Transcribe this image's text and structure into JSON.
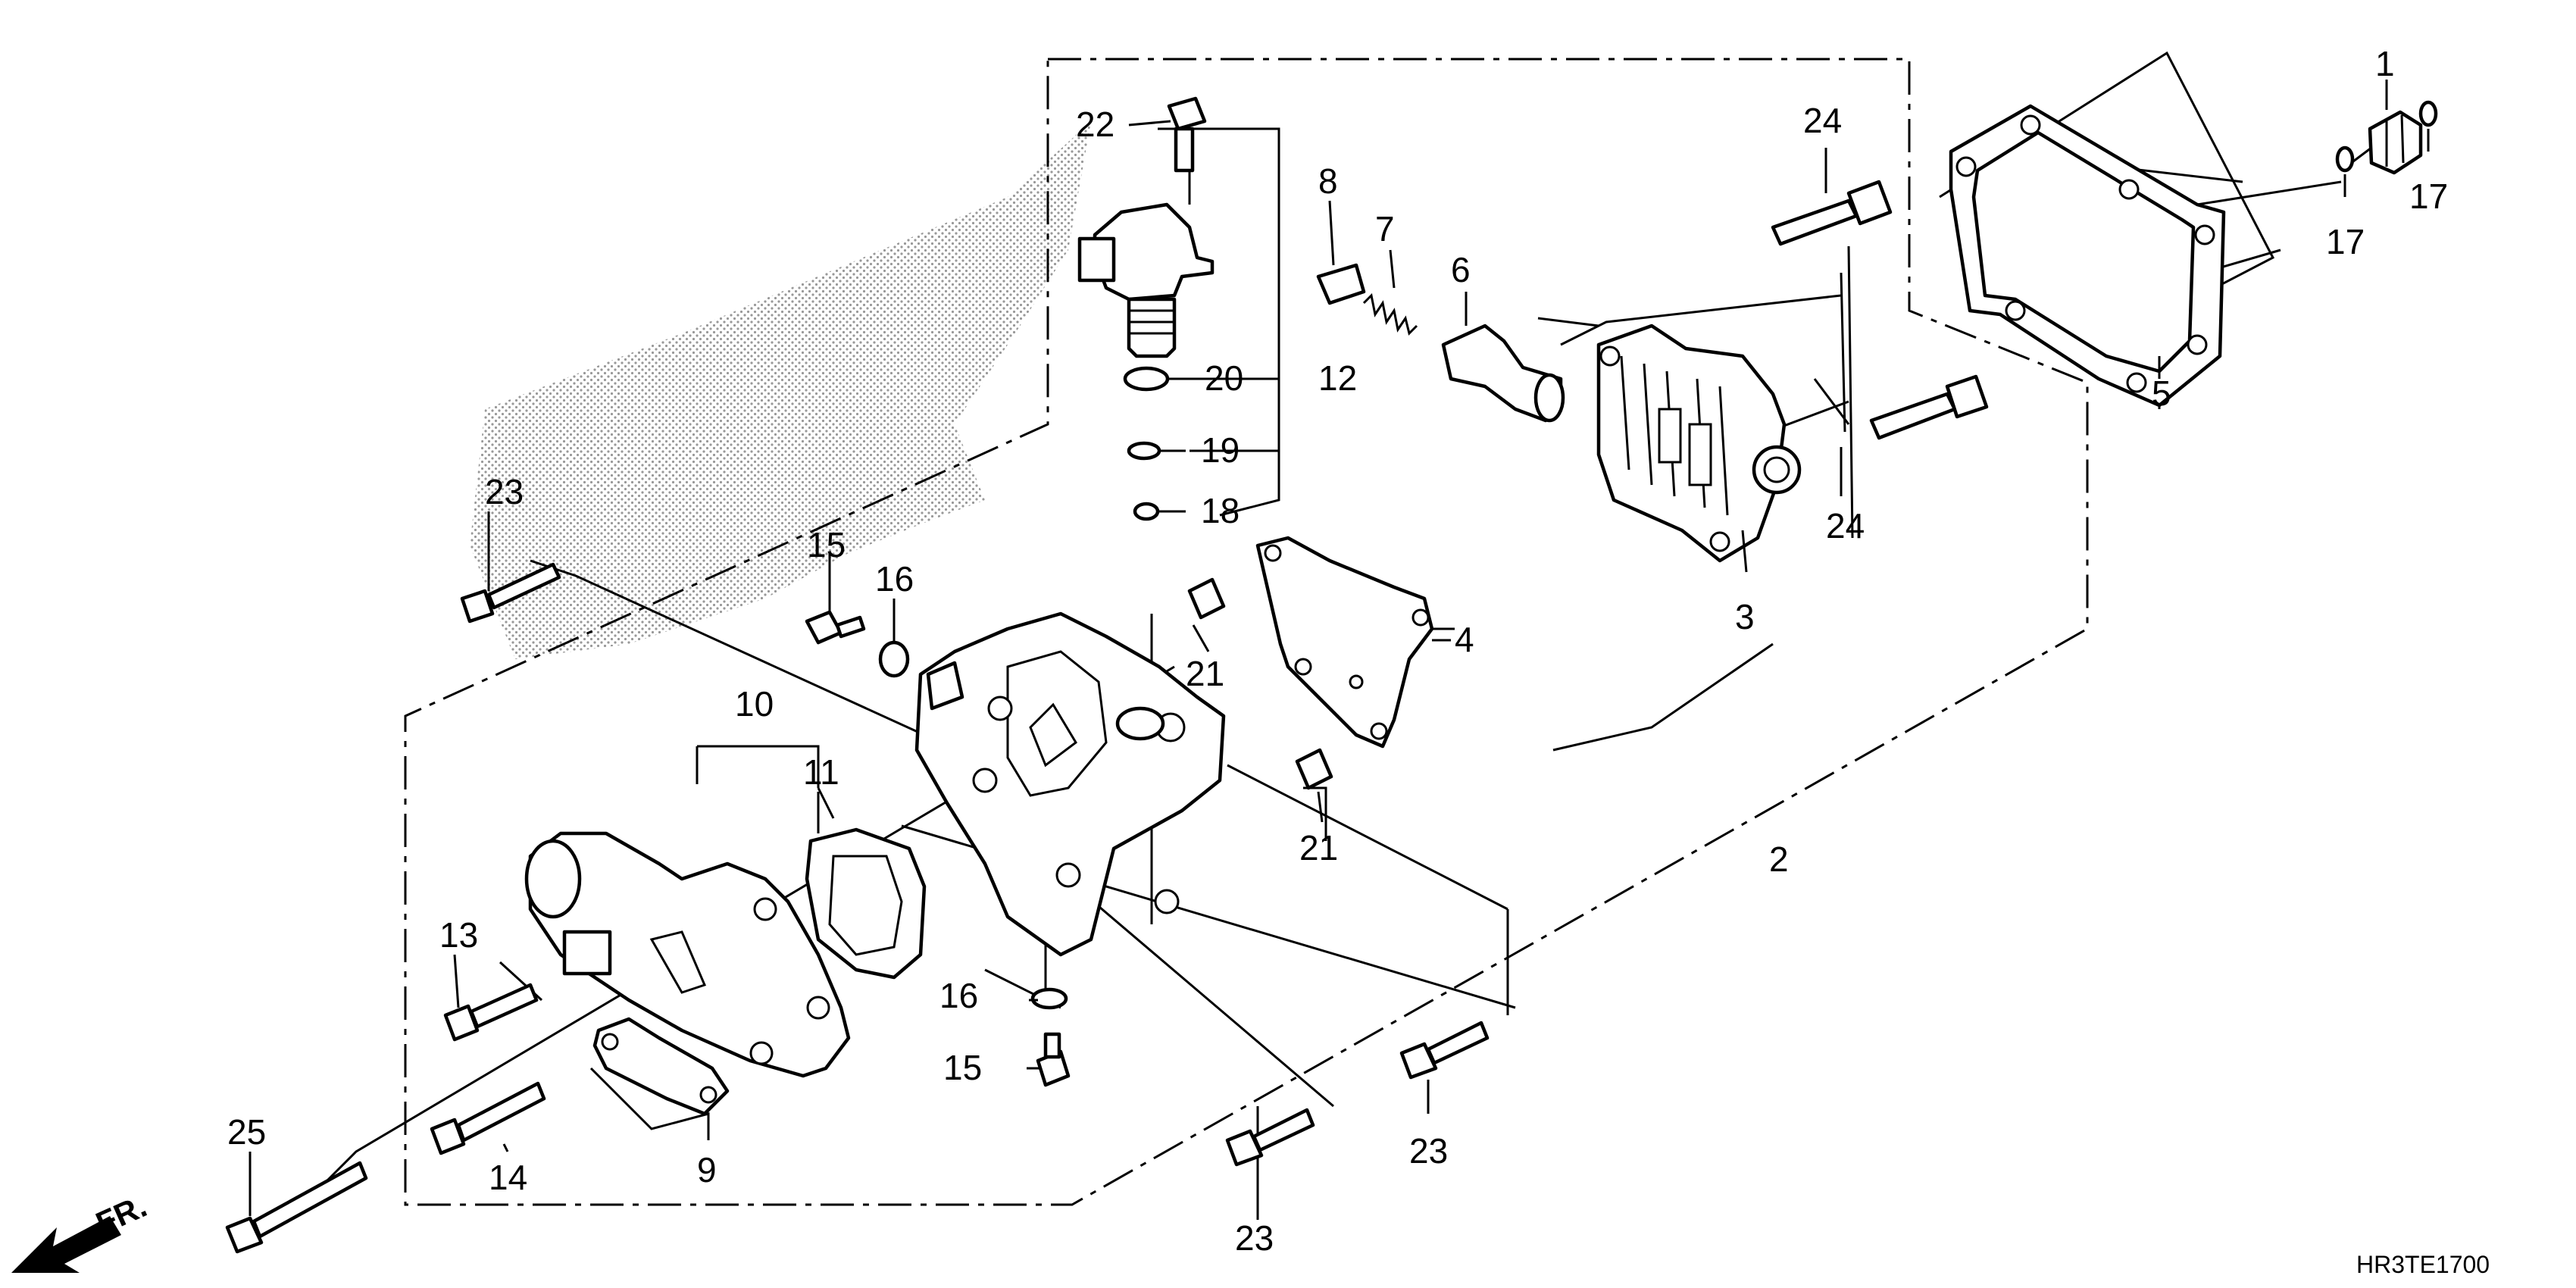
{
  "diagram_code": "HR3TE1700",
  "front_indicator": "FR.",
  "callouts": {
    "c1": "1",
    "c2": "2",
    "c3": "3",
    "c4": "4",
    "c5": "5",
    "c6": "6",
    "c7": "7",
    "c8": "8",
    "c9": "9",
    "c10": "10",
    "c11": "11",
    "c12": "12",
    "c13": "13",
    "c14": "14",
    "c15a": "15",
    "c15b": "15",
    "c16a": "16",
    "c16b": "16",
    "c17a": "17",
    "c17b": "17",
    "c18": "18",
    "c19": "19",
    "c20": "20",
    "c21a": "21",
    "c21b": "21",
    "c22": "22",
    "c23a": "23",
    "c23b": "23",
    "c23c": "23",
    "c24a": "24",
    "c24b": "24",
    "c25": "25"
  }
}
